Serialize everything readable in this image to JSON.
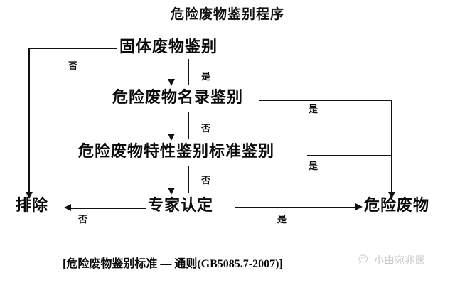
{
  "title": "危险废物鉴别程序",
  "caption": "[危险废物鉴别标准 — 通则(GB5085.7-2007)]",
  "watermark": {
    "icon": "wechat-icon",
    "text": "小由宛兆医"
  },
  "nodes": {
    "solid_waste": "固体废物鉴别",
    "catalog": "危险废物名录鉴别",
    "characteristic": "危险废物特性鉴别标准鉴别",
    "expert": "专家认定",
    "exclude": "排除",
    "hazardous_waste": "危险废物"
  },
  "branch_labels": {
    "no_solid_waste": "否",
    "yes_solid_waste": "是",
    "yes_catalog": "是",
    "no_catalog": "否",
    "yes_characteristic": "是",
    "no_characteristic": "否",
    "no_expert": "否",
    "yes_expert": "是"
  },
  "chart_data": {
    "type": "diagram",
    "title": "危险废物鉴别程序",
    "nodes": [
      {
        "id": "solid_waste",
        "label": "固体废物鉴别"
      },
      {
        "id": "catalog",
        "label": "危险废物名录鉴别"
      },
      {
        "id": "characteristic",
        "label": "危险废物特性鉴别标准鉴别"
      },
      {
        "id": "expert",
        "label": "专家认定"
      },
      {
        "id": "exclude",
        "label": "排除"
      },
      {
        "id": "hazardous_waste",
        "label": "危险废物"
      }
    ],
    "edges": [
      {
        "from": "solid_waste",
        "to": "exclude",
        "label": "否"
      },
      {
        "from": "solid_waste",
        "to": "catalog",
        "label": "是"
      },
      {
        "from": "catalog",
        "to": "hazardous_waste",
        "label": "是"
      },
      {
        "from": "catalog",
        "to": "characteristic",
        "label": "否"
      },
      {
        "from": "characteristic",
        "to": "hazardous_waste",
        "label": "是"
      },
      {
        "from": "characteristic",
        "to": "expert",
        "label": "否"
      },
      {
        "from": "expert",
        "to": "exclude",
        "label": "否"
      },
      {
        "from": "expert",
        "to": "hazardous_waste",
        "label": "是"
      }
    ],
    "colors": {
      "line": "#111111",
      "text": "#0b0b0b",
      "background": "#ffffff"
    }
  }
}
